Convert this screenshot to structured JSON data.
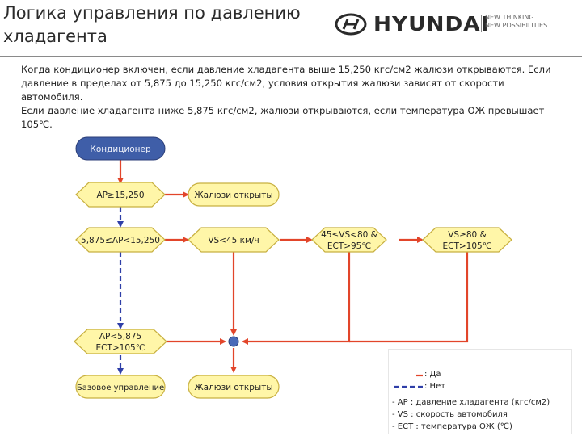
{
  "slide": {
    "title_line1": "Логика управления по давлению",
    "title_line2": "хладагента"
  },
  "logo": {
    "brand": "HYUNDAI",
    "tagline_line1": "NEW THINKING.",
    "tagline_line2": "NEW POSSIBILITIES."
  },
  "intro": {
    "line1": "Когда кондиционер включен, если давление хладагента выше 15,250 кгс/см2 жалюзи открываются. Если",
    "line2": "давление в пределах от 5,875 до 15,250 кгс/см2, условия открытия жалюзи зависят от скорости автомобиля.",
    "line3": "Если давление хладагента ниже  5,875 кгс/см2, жалюзи открываются, если температура ОЖ превышает",
    "line4": "105℃."
  },
  "flow": {
    "start": "Кондиционер",
    "cond_ap_high": "AP≥15,250",
    "cond_ap_mid": "5,875≤AP<15,250",
    "cond_vs_low": "VS<45 км/ч",
    "cond_vs_mid_l1": "45≤VS<80 &",
    "cond_vs_mid_l2": "ECT>95℃",
    "cond_vs_high_l1": "VS≥80 &",
    "cond_vs_high_l2": "ECT>105℃",
    "cond_ap_low_l1": "AP<5,875",
    "cond_ap_low_l2": "ECT>105℃",
    "louvers_open_top": "Жалюзи открыты",
    "base_control": "Базовое управление",
    "louvers_open_bottom": "Жалюзи открыты"
  },
  "legend": {
    "yes": ": Да",
    "no": ": Нет",
    "note1": "- AP : давление хладагента (кгс/см2)",
    "note2": "- VS : скорость автомобиля",
    "note3": "- ECT : температура ОЖ (℃)"
  },
  "colors": {
    "node_fill": "#fff6a8",
    "node_stroke": "#c8b040",
    "start_fill": "#3f5ea8",
    "yes_arrow": "#e2452a",
    "no_arrow": "#2f3fa8"
  }
}
